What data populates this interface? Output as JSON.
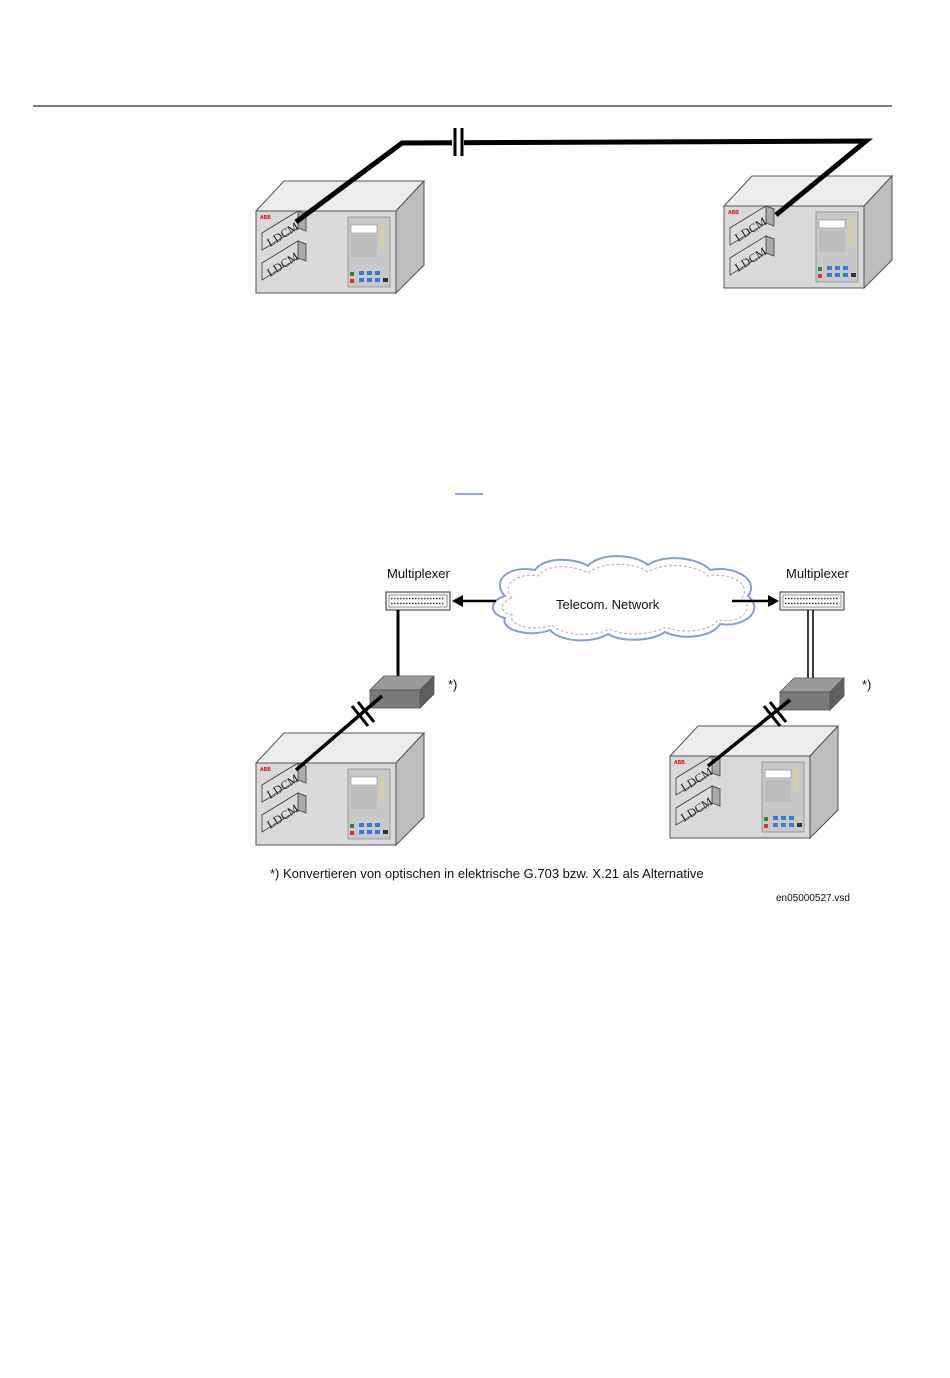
{
  "figure1": {
    "module_label": "LDCM",
    "brand_label": "ABB"
  },
  "figure2": {
    "multiplexer_left_label": "Multiplexer",
    "multiplexer_right_label": "Multiplexer",
    "network_label": "Telecom. Network",
    "converter_mark_left": "*)",
    "converter_mark_right": "*)",
    "footnote": "*) Konvertieren von optischen in elektrische G.703 bzw. X.21 als Alternative",
    "file_id": "en05000527.vsd"
  },
  "colors": {
    "line": "#000000",
    "cabinet_front": "#d9d9d9",
    "cabinet_side": "#bdbdbd",
    "cabinet_top": "#ececec",
    "converter": "#7a7a7a",
    "cloud_edge": "#8a9fc4",
    "hmi_blue": "#3a7bd5",
    "hmi_red": "#d33",
    "hmi_green": "#2a8a3a"
  }
}
